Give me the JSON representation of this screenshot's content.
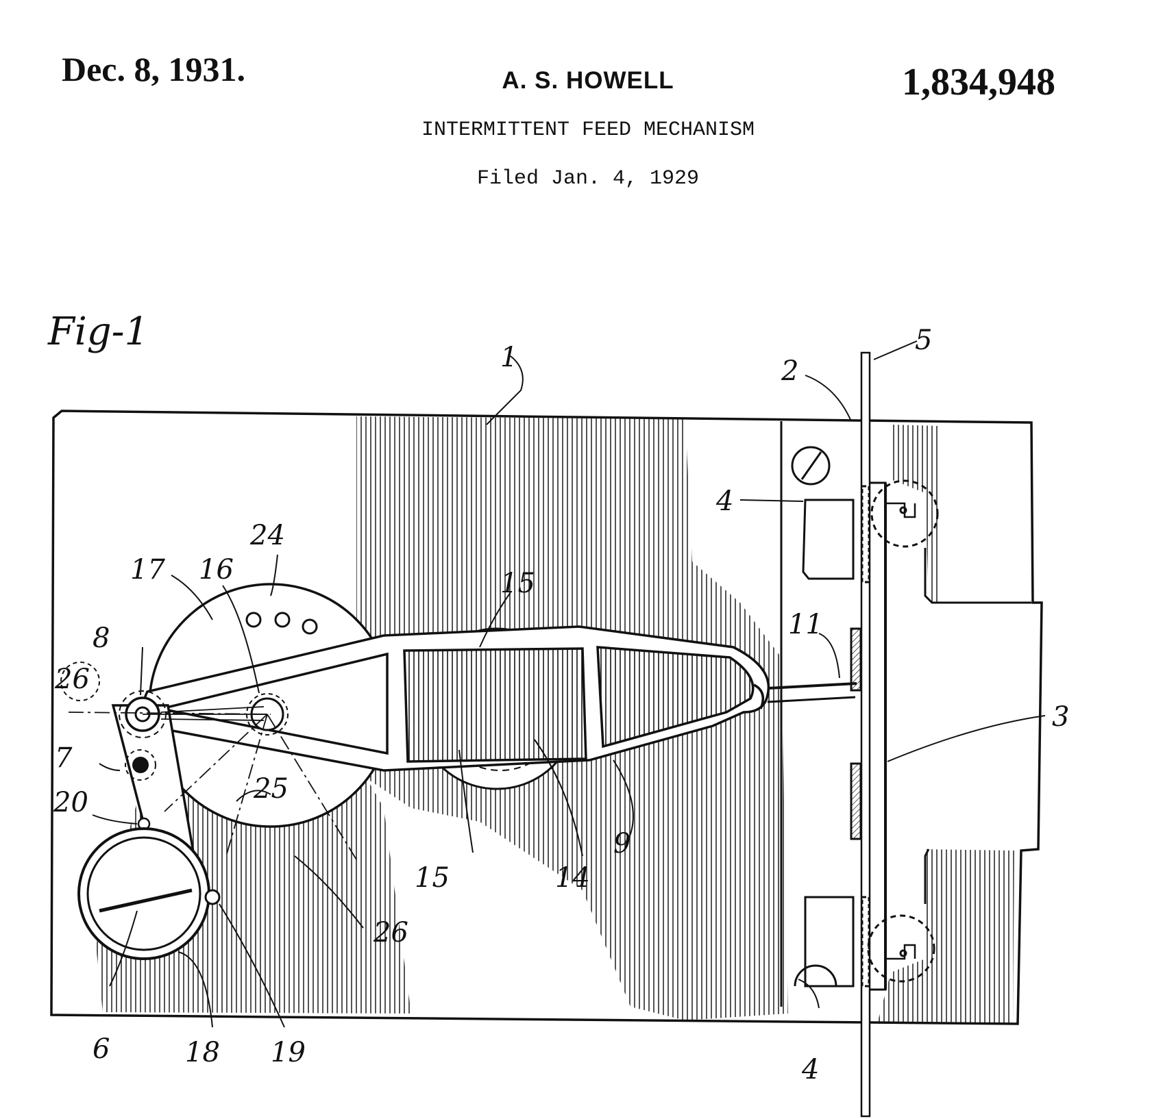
{
  "header": {
    "date": "Dec. 8, 1931.",
    "inventor": "A. S. HOWELL",
    "patent_number": "1,834,948",
    "title": "INTERMITTENT FEED MECHANISM",
    "filed": "Filed Jan. 4, 1929"
  },
  "figure": {
    "label": "Fig-1",
    "labels": {
      "n1": "1",
      "n2": "2",
      "n3": "3",
      "n4a": "4",
      "n4b": "4",
      "n5": "5",
      "n6": "6",
      "n7": "7",
      "n8": "8",
      "n9": "9",
      "n11": "11",
      "n14": "14",
      "n15a": "15",
      "n15b": "15",
      "n16": "16",
      "n17": "17",
      "n18": "18",
      "n19": "19",
      "n20": "20",
      "n24": "24",
      "n25": "25",
      "n26a": "26",
      "n26b": "26"
    }
  },
  "colors": {
    "ink": "#111111",
    "paper": "#ffffff"
  }
}
